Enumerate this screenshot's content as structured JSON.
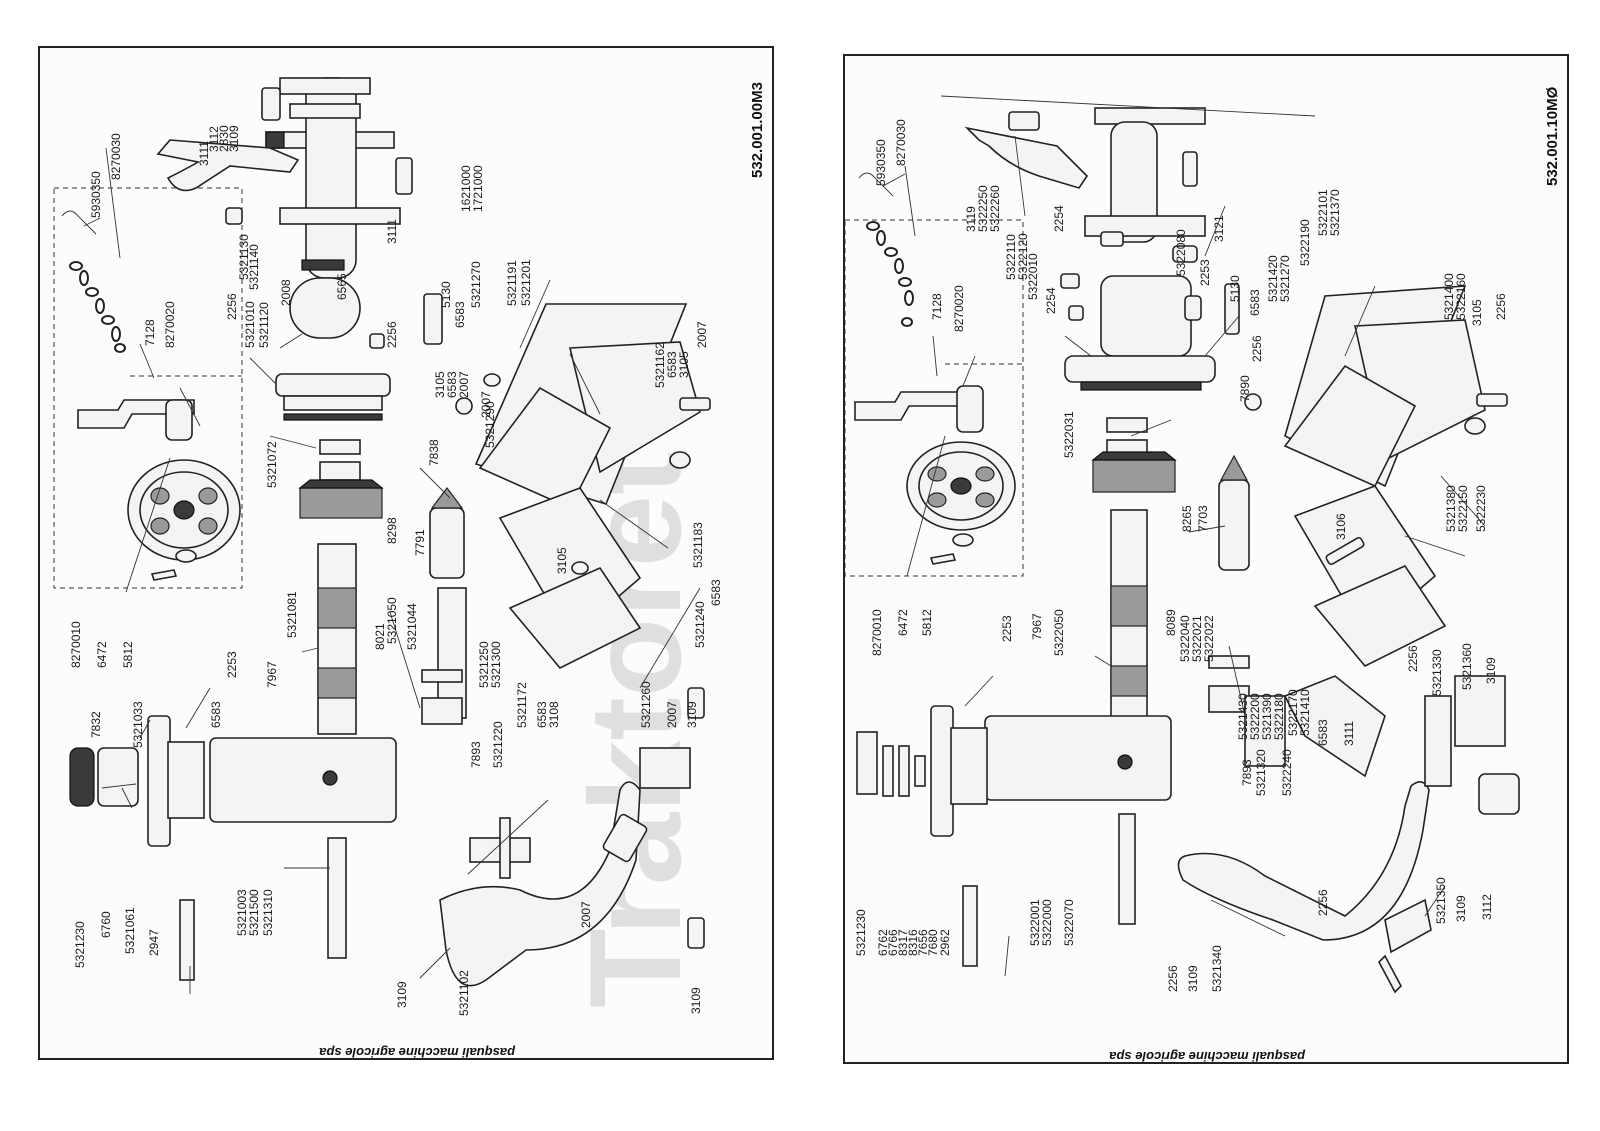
{
  "left_sheet": {
    "code": "532.001.00M3",
    "footer": "pasquali macchine agricole spa",
    "watermark": "Traktoret",
    "labels": [
      "5930350",
      "8270030",
      "7128",
      "8270020",
      "8270010",
      "6472",
      "5812",
      "3111",
      "3112",
      "2830",
      "3109",
      "5321130",
      "5321140",
      "2256",
      "5321010",
      "5321120",
      "2008",
      "6565",
      "5130",
      "6583",
      "2256",
      "1621000",
      "1721000",
      "3111",
      "5321270",
      "5321191",
      "5321201",
      "5321162",
      "6583",
      "3105",
      "2007",
      "3105",
      "6583",
      "2007",
      "2007",
      "5321072",
      "5321290",
      "7838",
      "8298",
      "7791",
      "5321183",
      "3105",
      "6583",
      "2253",
      "7967",
      "5321081",
      "8021",
      "5321050",
      "5321044",
      "5321240",
      "5321250",
      "5321300",
      "5321172",
      "6583",
      "3108",
      "5321260",
      "2007",
      "3109",
      "7832",
      "5321033",
      "6583",
      "5321220",
      "7893",
      "5321230",
      "6760",
      "5321061",
      "2947",
      "5321003",
      "5321500",
      "5321310",
      "2007",
      "3109",
      "5321102",
      "3109"
    ]
  },
  "right_sheet": {
    "code": "532.001.10MØ",
    "footer": "pasquali macchine agricole spa",
    "labels": [
      "5930350",
      "8270030",
      "7128",
      "8270020",
      "8270010",
      "6472",
      "5812",
      "3119",
      "5322250",
      "5322260",
      "5322110",
      "5322120",
      "2254",
      "5322010",
      "2254",
      "5322080",
      "2253",
      "3121",
      "5130",
      "6583",
      "5321420",
      "5321270",
      "5322190",
      "5322101",
      "5321370",
      "7890",
      "2256",
      "5322031",
      "8265",
      "7703",
      "5321400",
      "5322160",
      "3105",
      "2256",
      "3106",
      "5321380",
      "5322150",
      "5322230",
      "2253",
      "7967",
      "5322050",
      "8089",
      "5322040",
      "5322021",
      "5322022",
      "5321430",
      "5322200",
      "5321390",
      "5322180",
      "5322170",
      "5321410",
      "6583",
      "3111",
      "2256",
      "5321330",
      "5321360",
      "3109",
      "5321230",
      "6762",
      "6766",
      "8317",
      "8316",
      "7656",
      "7680",
      "2962",
      "5322001",
      "5322000",
      "5322070",
      "5321320",
      "5322240",
      "7893",
      "2256",
      "3109",
      "5321340",
      "2256",
      "5321350",
      "3109",
      "3112"
    ]
  }
}
